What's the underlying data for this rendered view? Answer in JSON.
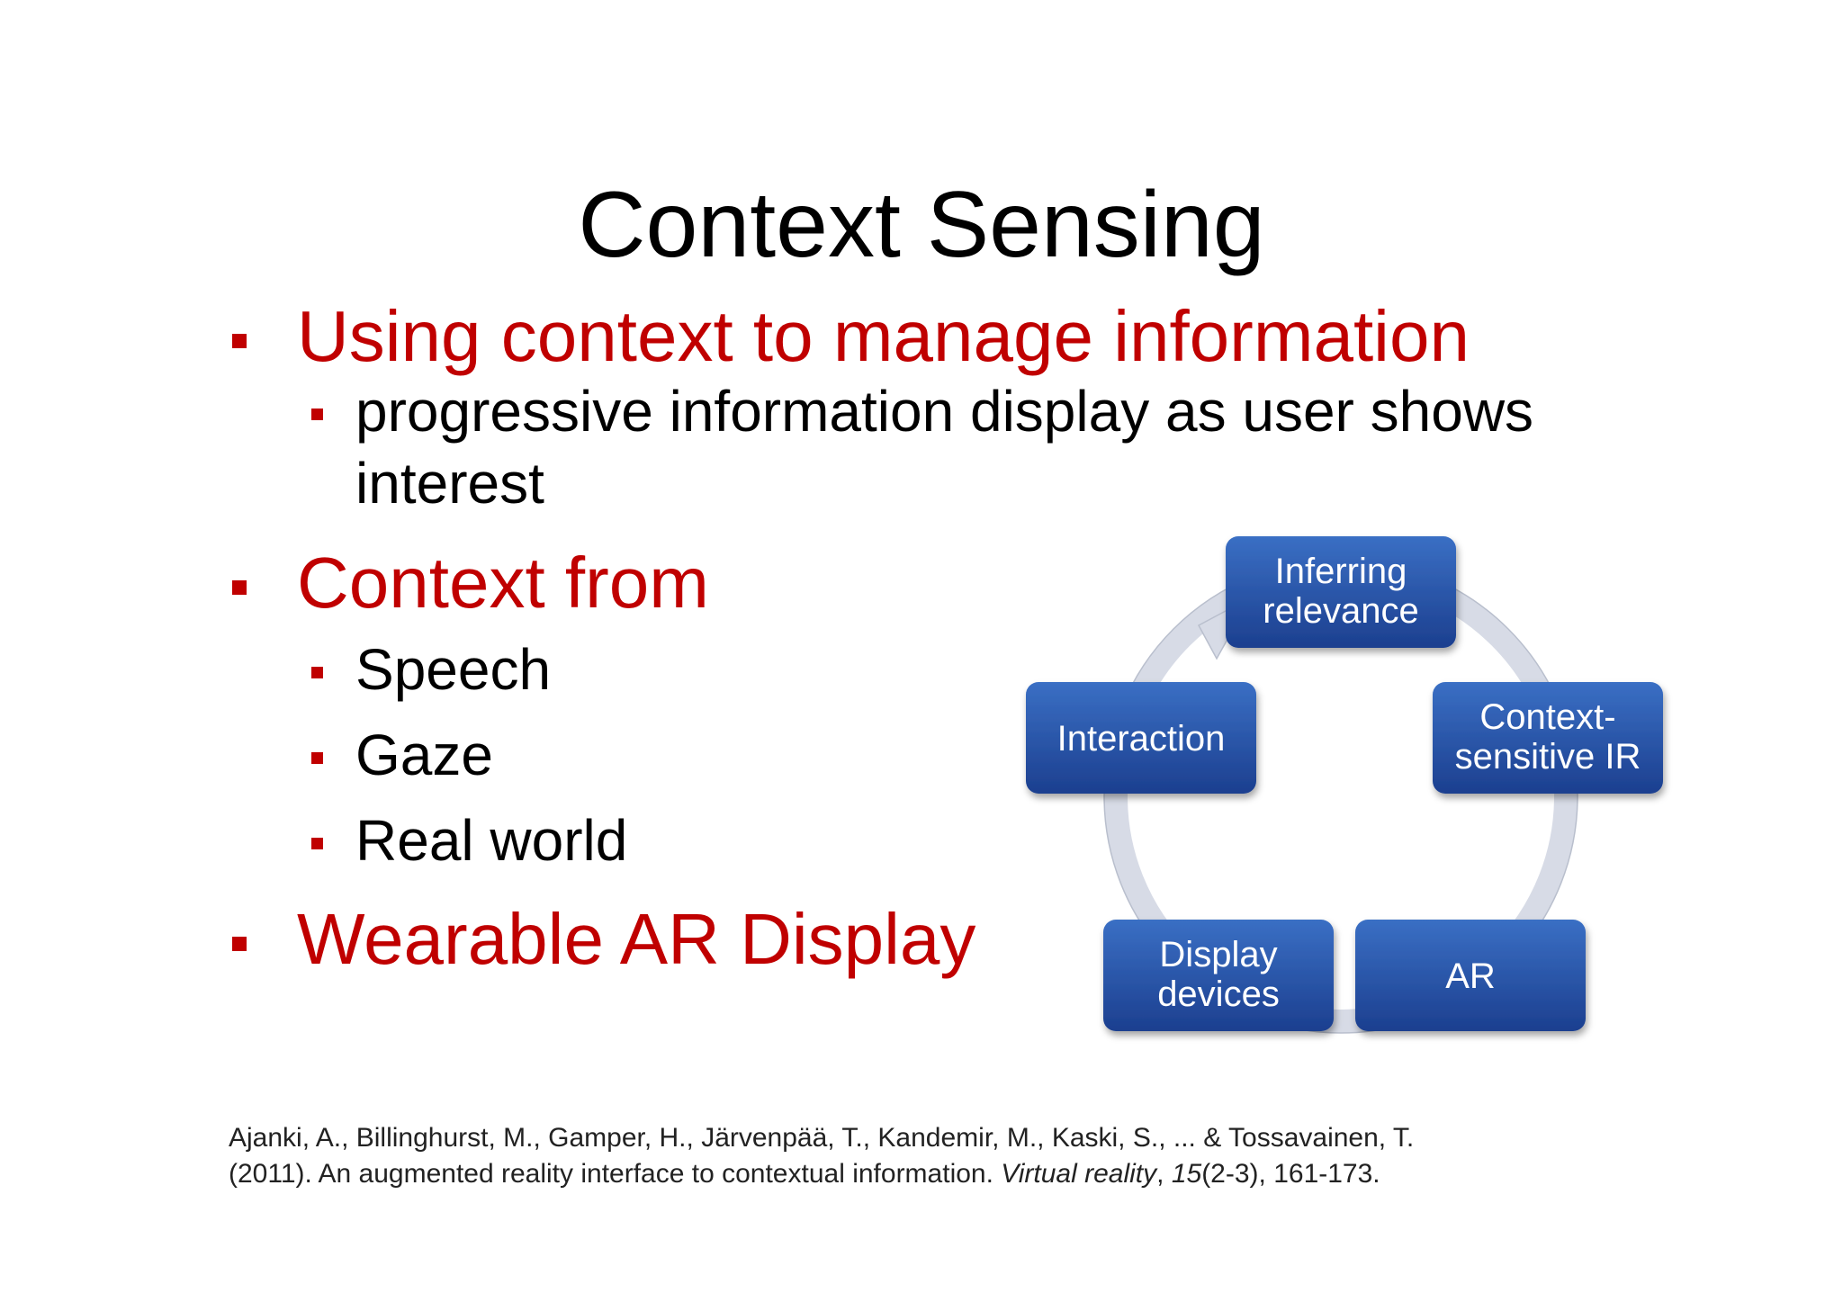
{
  "slide": {
    "title": "Context Sensing",
    "bullets": [
      {
        "text": "Using context to manage information"
      },
      {
        "text": "progressive information display as user shows"
      },
      {
        "text": "interest"
      },
      {
        "text": "Context from"
      },
      {
        "text": "Speech"
      },
      {
        "text": "Gaze"
      },
      {
        "text": "Real world"
      },
      {
        "text": "Wearable AR Display"
      }
    ],
    "citation": {
      "line1": "Ajanki, A., Billinghurst, M., Gamper, H., Järvenpää, T., Kandemir, M., Kaski, S., ... & Tossavainen, T.",
      "line2_prefix": "(2011). An augmented reality interface to contextual information. ",
      "journal": "Virtual reality",
      "sep": ", ",
      "volume": "15",
      "tail": "(2-3), 161-173."
    }
  },
  "diagram": {
    "nodes": [
      {
        "id": "inferring-relevance",
        "lines": [
          "Inferring",
          "relevance"
        ]
      },
      {
        "id": "context-sensitive-ir",
        "lines": [
          "Context-",
          "sensitive IR"
        ]
      },
      {
        "id": "ar",
        "lines": [
          "AR"
        ]
      },
      {
        "id": "display-devices",
        "lines": [
          "Display",
          "devices"
        ]
      },
      {
        "id": "interaction",
        "lines": [
          "Interaction"
        ]
      }
    ],
    "colors": {
      "box_top": "#3a6fc4",
      "box_bottom": "#1c3f8f",
      "ring": "#d7dbe6",
      "bullet_red": "#c00000"
    }
  }
}
